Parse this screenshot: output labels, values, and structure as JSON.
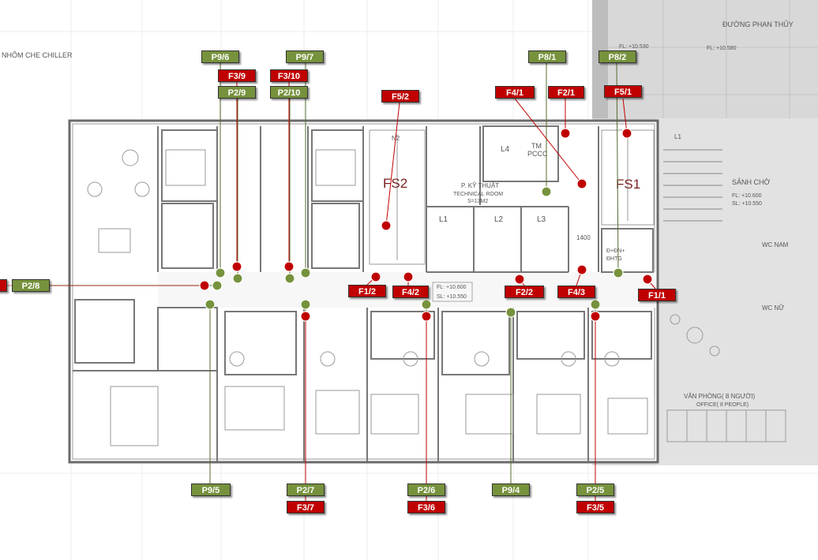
{
  "plan_text": {
    "chiller": "NHÔM CHE CHILLER",
    "street": "ĐƯỜNG PHAN THỦY",
    "fl_top1": "FL: +10.530",
    "fl_top2": "FL: +10.580",
    "fs2": "FS2",
    "fs1": "FS1",
    "l4": "L4",
    "tm": "TM",
    "pccc": "PCCC",
    "tech_room_1": "P. KỸ THUẬT",
    "tech_room_2": "TECHNICAL ROOM",
    "tech_room_3": "S=13M2",
    "l1": "L1",
    "l2": "L2",
    "l3": "L3",
    "l1_right": "L1",
    "dim_1400": "1400",
    "n2": "N2",
    "dhtg_1": "Đ+ĐN+",
    "dhtg_2": "ĐHTG",
    "lobby": "SẢNH CHỜ",
    "lobby_fl": "FL: +10.600",
    "lobby_sl": "SL: +10.550",
    "corridor_fl": "FL: +10.600",
    "corridor_sl": "SL: +10.550",
    "wc_nam": "WC NAM",
    "wc_nu": "WC NỮ",
    "office_1": "VĂN PHÒNG( 8 NGƯỜI)",
    "office_2": "OFFICE( 8 PEOPLE)"
  },
  "markers": {
    "P9_6": "P9/6",
    "F3_9": "F3/9",
    "P2_9": "P2/9",
    "P9_7": "P9/7",
    "F3_10": "F3/10",
    "P2_10": "P2/10",
    "F5_2": "F5/2",
    "P8_1": "P8/1",
    "F4_1": "F4/1",
    "F2_1": "F2/1",
    "P8_2": "P8/2",
    "F5_1": "F5/1",
    "P2_8": "P2/8",
    "F1_2": "F1/2",
    "F4_2": "F4/2",
    "F2_2": "F2/2",
    "F4_3": "F4/3",
    "F1_1": "F1/1",
    "P9_5": "P9/5",
    "P2_7": "P2/7",
    "F3_7": "F3/7",
    "P2_6": "P2/6",
    "F3_6": "F3/6",
    "P9_4": "P9/4",
    "P2_5": "P2/5",
    "F3_5": "F3/5"
  },
  "colors": {
    "red_marker": "#c00000",
    "green_marker": "#76923c",
    "leader_red": "#c00000",
    "leader_green": "#556b2f"
  }
}
